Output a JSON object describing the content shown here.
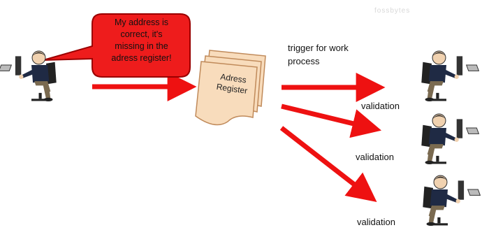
{
  "colors": {
    "arrow": "#ee1111",
    "bubble_fill": "#ee1c1c",
    "bubble_stroke": "#9a0000",
    "document_fill": "#f8dcbc",
    "document_stroke": "#c08a5a",
    "person_shirt": "#1f2a44",
    "person_skin": "#f1d2b0"
  },
  "bubble": {
    "lines": [
      "My address is",
      "correct, it's",
      "missing in the",
      "adress register!"
    ]
  },
  "document": {
    "lines": [
      "Adress",
      "Register"
    ]
  },
  "trigger": {
    "lines": [
      "trigger for work",
      "process"
    ]
  },
  "validations": [
    {
      "label": "validation"
    },
    {
      "label": "validation"
    },
    {
      "label": "validation"
    }
  ],
  "icons": {
    "user": "person-at-computer-icon",
    "validators": "person-at-computer-icon"
  },
  "watermark": "fossbytes"
}
